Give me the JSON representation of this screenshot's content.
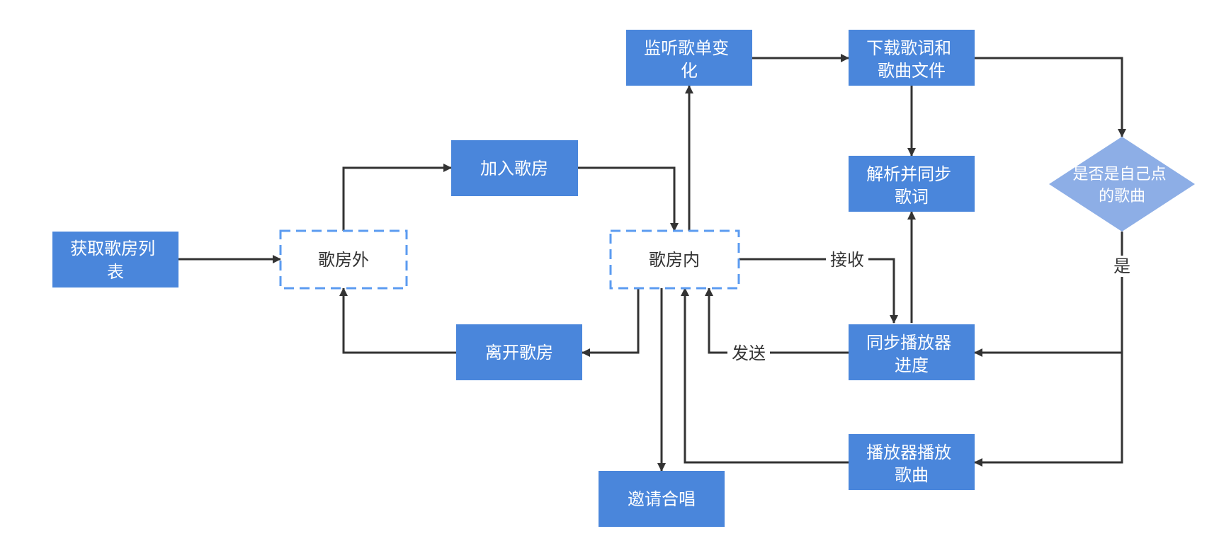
{
  "diagram": {
    "nodes": {
      "get_room_list": "获取歌房列表",
      "outside_room": "歌房外",
      "join_room": "加入歌房",
      "leave_room": "离开歌房",
      "inside_room": "歌房内",
      "watch_playlist": "监听歌单变化",
      "invite_chorus": "邀请合唱",
      "download_files": "下载歌词和歌曲文件",
      "parse_lyrics": "解析并同步歌词",
      "sync_progress": "同步播放器进度",
      "player_play": "播放器播放歌曲",
      "is_own_song": "是否是自己点的歌曲"
    },
    "edge_labels": {
      "receive": "接收",
      "send": "发送",
      "yes": "是"
    },
    "colors": {
      "process_fill": "#4a86db",
      "decision_fill": "#8daee6",
      "state_border": "#5b9bf0",
      "edge": "#333333",
      "node_text": "#ffffff",
      "state_text": "#333333"
    }
  }
}
